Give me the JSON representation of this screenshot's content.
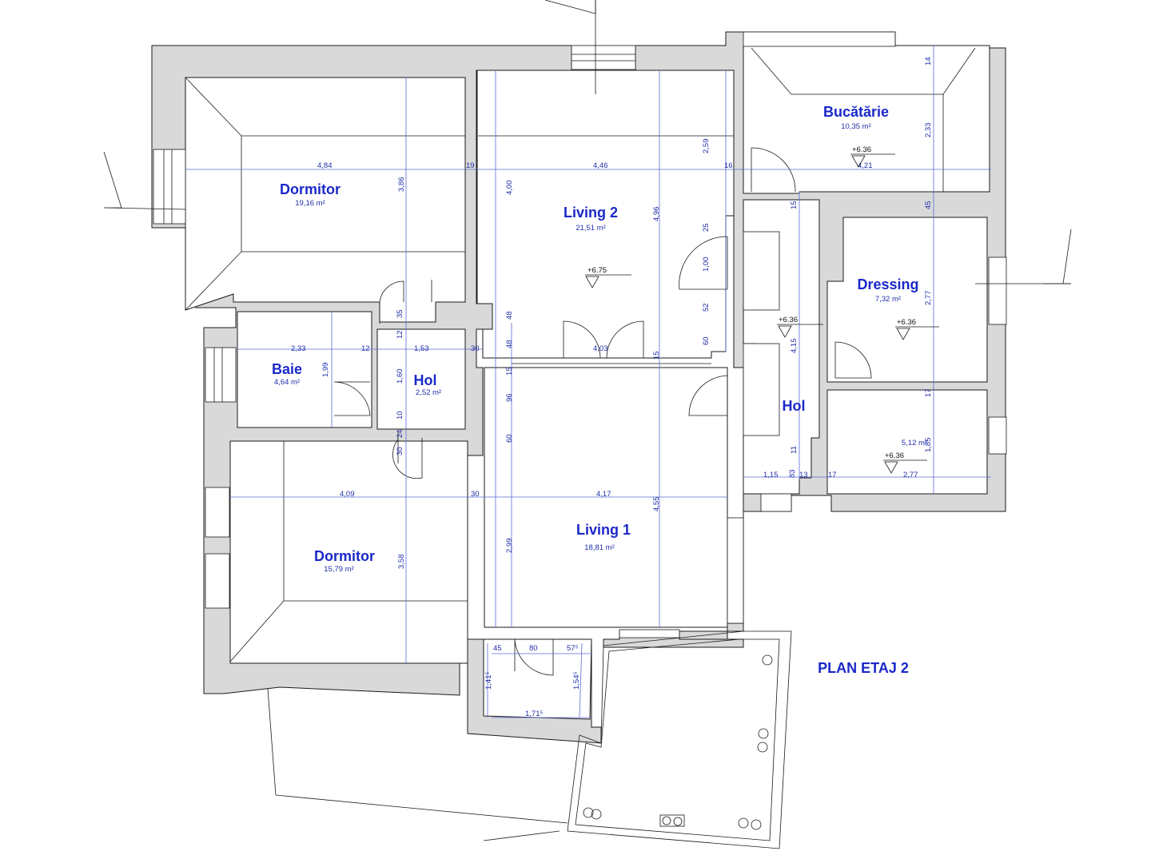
{
  "plan_title": "PLAN ETAJ 2",
  "colors": {
    "wall": "#d9d9d9",
    "text": "#1a28c8",
    "dimension": "#5b6bd6"
  },
  "rooms": [
    {
      "name": "Dormitor",
      "area": "19,16 m²"
    },
    {
      "name": "Living 2",
      "area": "21,51 m²"
    },
    {
      "name": "Bucătărie",
      "area": "10,35 m²"
    },
    {
      "name": "Dressing",
      "area": "7,32 m²"
    },
    {
      "name": "Baie",
      "area": "4,64 m²"
    },
    {
      "name": "Hol",
      "area": "2,52 m²"
    },
    {
      "name": "Hol",
      "area": ""
    },
    {
      "name": "",
      "area": "5,12 m²"
    },
    {
      "name": "Dormitor",
      "area": "15,79 m²"
    },
    {
      "name": "Living 1",
      "area": "18,81 m²"
    }
  ],
  "levels": [
    "+6.75",
    "+6.36",
    "+6.36",
    "+6.36",
    "+6.36"
  ],
  "dimensions": [
    "4,84",
    "19",
    "4,46",
    "16",
    "4,21",
    "3,86",
    "4,00",
    "2,59",
    "4,96",
    "25",
    "1,00",
    "52",
    "60",
    "48",
    "48",
    "2,33",
    "12",
    "1,53",
    "30",
    "4,03",
    "35",
    "12",
    "1,60",
    "10",
    "24",
    "30",
    "1,99",
    "15",
    "96",
    "60",
    "15",
    "14",
    "2,33",
    "45",
    "2,77",
    "17",
    "1,85",
    "15",
    "4,15",
    "11",
    "1,15",
    "83",
    "13",
    "17",
    "2,77",
    "4,09",
    "30",
    "4,17",
    "4,55",
    "2,99",
    "3,58",
    "45",
    "80",
    "57⁵",
    "1,41⁵",
    "1,54⁵",
    "1,71⁵"
  ]
}
